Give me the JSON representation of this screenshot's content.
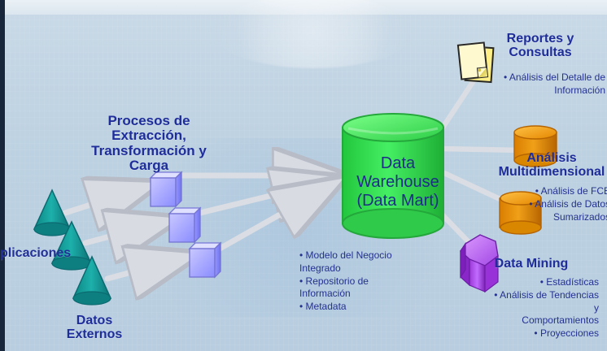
{
  "diagram": {
    "labels": {
      "process": "Procesos de\nExtracción,\nTransformación y\nCarga",
      "warehouse": "Data\nWarehouse\n(Data Mart)",
      "reports": "Reportes y\nConsultas",
      "olap": "Análisis\nMultidimensional",
      "mining": "Data Mining",
      "external": "Datos\nExternos",
      "applications": "plicaciones"
    },
    "warehouse_bullets": [
      "Modelo del Negocio\nIntegrado",
      "Repositorio de\nInformación",
      "Metadata"
    ],
    "reports_bullets": [
      "Análisis del Detalle de\nInformación"
    ],
    "olap_bullets": [
      "Análisis de FCE",
      "Análisis de Datos\nSumarizados"
    ],
    "mining_bullets": [
      "Estadísticas",
      "Análisis de Tendencias y\nComportamientos",
      "Proyecciones"
    ],
    "colors": {
      "background_top": "#c9d9e7",
      "background_bottom": "#b8cee0",
      "accent_text": "#1f2d9a",
      "warehouse_green": "#38e252",
      "cube_purple": "#9999ff",
      "cone_teal": "#169c97",
      "olap_orange": "#e08a00",
      "mining_purple": "#a44fe0",
      "doc_yellow": "#fff4a6",
      "connector_gray": "#d8dbe2",
      "left_border": "#17263b"
    },
    "icons": {
      "document": "document-icon",
      "cone": "cone-icon",
      "cube": "cube-icon",
      "cylinder": "cylinder-icon",
      "octagon_prism": "octagon-prism-icon",
      "arrow": "arrow-icon"
    }
  }
}
